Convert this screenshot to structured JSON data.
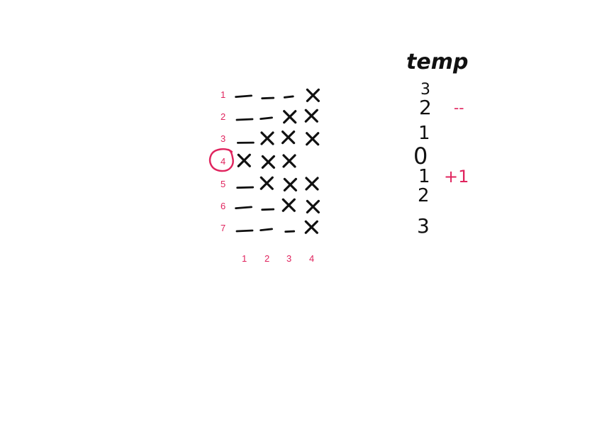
{
  "grid": {
    "row_labels": [
      "1",
      "2",
      "3",
      "4",
      "5",
      "6",
      "7"
    ],
    "col_labels": [
      "1",
      "2",
      "3",
      "4"
    ],
    "highlighted_row": "4",
    "cells": [
      [
        "dash",
        "dash",
        "dash",
        "x"
      ],
      [
        "dash",
        "dash",
        "x",
        "x"
      ],
      [
        "dash",
        "x",
        "x",
        "x"
      ],
      [
        "x",
        "x",
        "x",
        "empty"
      ],
      [
        "dash",
        "x",
        "x",
        "x"
      ],
      [
        "dash",
        "dash",
        "x",
        "x"
      ],
      [
        "dash",
        "dash",
        "dash",
        "x"
      ]
    ],
    "colors": {
      "labels": "#e0245e",
      "marks": "#111111"
    }
  },
  "temp": {
    "title": "temp",
    "values": [
      "3",
      "2",
      "1",
      "0",
      "1",
      "2",
      "3"
    ],
    "notes": [
      {
        "text": "--",
        "beside": "2"
      },
      {
        "text": "+1",
        "beside": "1"
      }
    ]
  }
}
